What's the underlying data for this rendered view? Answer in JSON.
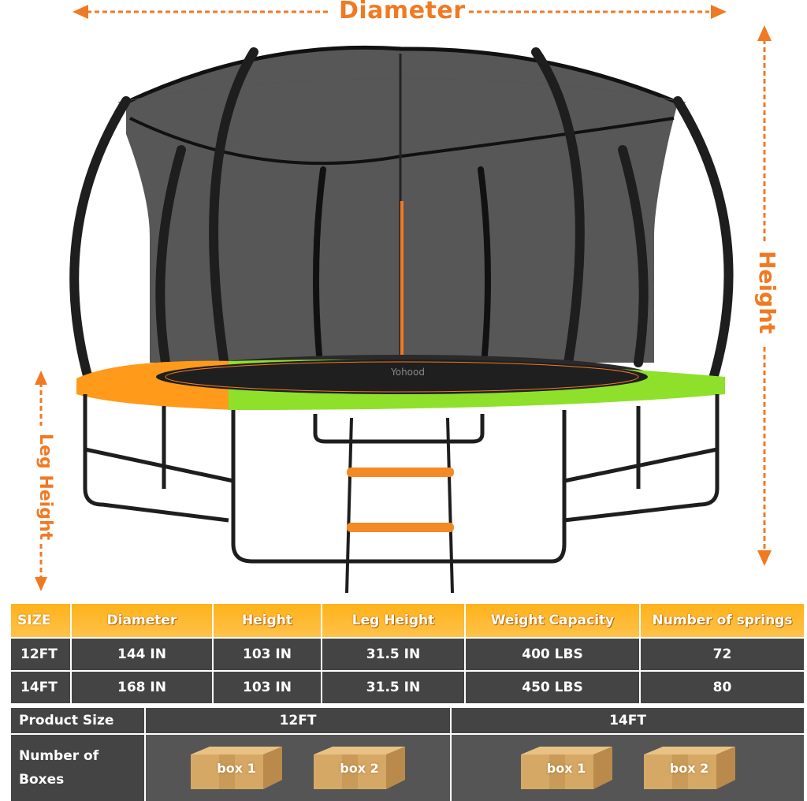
{
  "dimensions": {
    "diameter_label": "Diameter",
    "height_label": "Height",
    "leg_height_label": "Leg Height"
  },
  "product": {
    "brand": "Yohood"
  },
  "spec_table": {
    "headers": [
      "SIZE",
      "Diameter",
      "Height",
      "Leg Height",
      "Weight Capacity",
      "Number of springs"
    ],
    "rows": [
      [
        "12FT",
        "144 IN",
        "103 IN",
        "31.5 IN",
        "400 LBS",
        "72"
      ],
      [
        "14FT",
        "168 IN",
        "103 IN",
        "31.5 IN",
        "450 LBS",
        "80"
      ]
    ]
  },
  "boxes_table": {
    "product_size_label": "Product Size",
    "number_of_boxes_label": "Number of Boxes",
    "sizes": [
      "12FT",
      "14FT"
    ],
    "box_labels": [
      "box 1",
      "box 2"
    ]
  },
  "colors": {
    "accent_orange": "#f07a23",
    "header_yellow": "#ffb21a",
    "row_gray": "#444444",
    "pad_green": "#8ee02a",
    "pad_orange": "#ff9a1a",
    "frame_black": "#1e1e1e"
  }
}
